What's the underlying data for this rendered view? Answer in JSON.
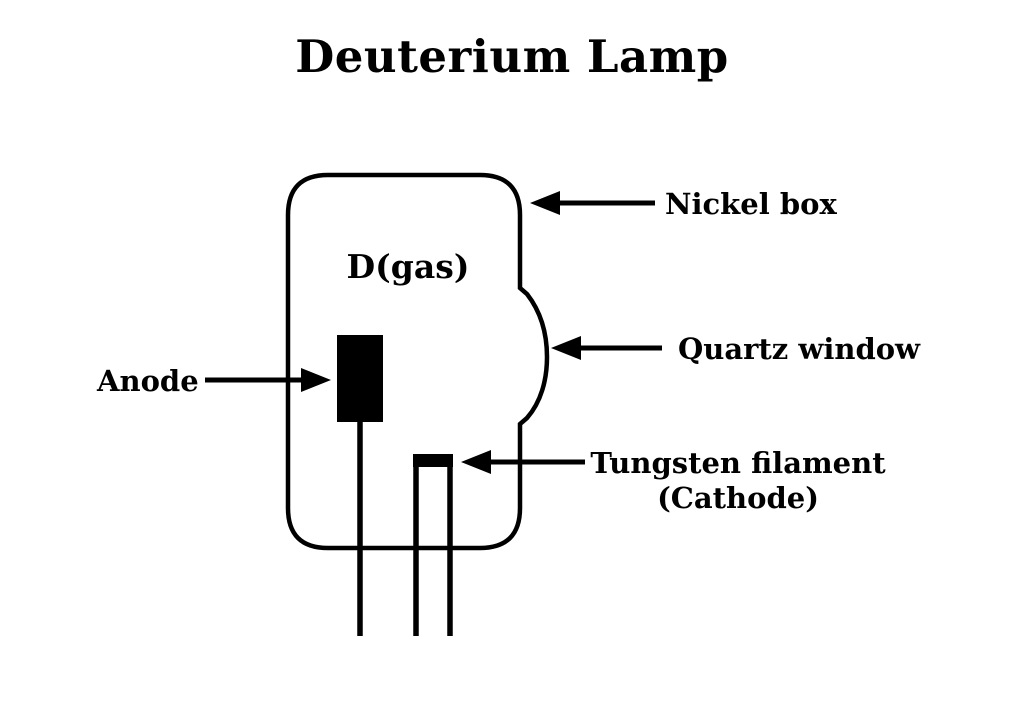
{
  "title": "Deuterium Lamp",
  "diagram": {
    "gas_label": "D(gas)",
    "anode_label": "Anode",
    "nickel_box_label": "Nickel box",
    "quartz_window_label": "Quartz window",
    "filament_label_line1": "Tungsten filament",
    "filament_label_line2": "(Cathode)"
  },
  "colors": {
    "ink": "#000000",
    "background": "#ffffff"
  }
}
